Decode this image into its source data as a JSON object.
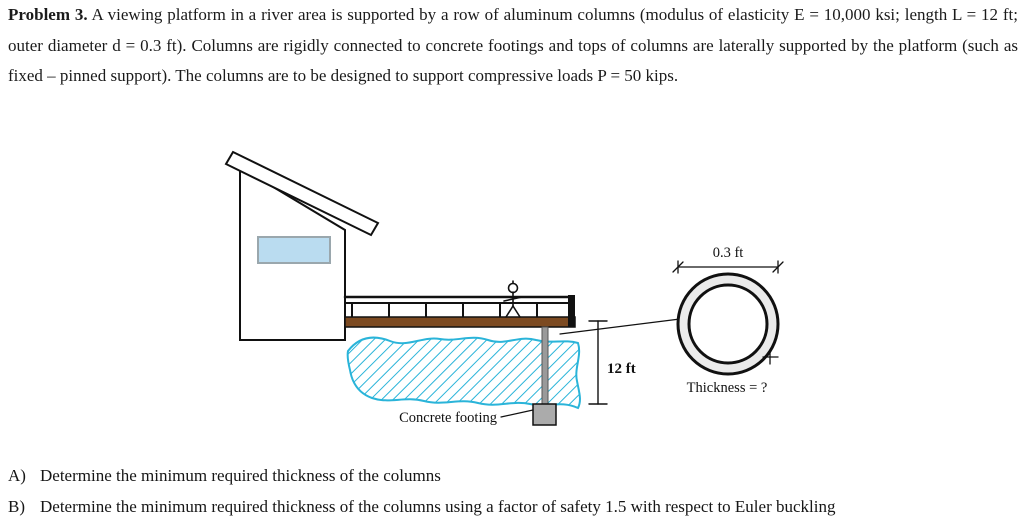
{
  "problem": {
    "label": "Problem 3.",
    "body": " A viewing platform in a river area is supported by a row of aluminum columns (modulus of elasticity E = 10,000 ksi; length L = 12 ft; outer diameter d = 0.3 ft). Columns are rigidly connected to concrete footings and tops of columns are laterally supported by the platform (such as fixed – pinned support). The columns are to be designed to support compressive loads P = 50 kips."
  },
  "figure": {
    "labels": {
      "height_dim": "12 ft",
      "diameter_dim": "0.3 ft",
      "thickness": "Thickness = ?",
      "footing": "Concrete footing"
    },
    "colors": {
      "water": "#2ab4d9",
      "window_fill": "#badcf0",
      "deck": "#7c4a21",
      "column": "#9a9a9a",
      "footing": "#ababab",
      "ring_fill": "#ebebeb"
    }
  },
  "questions": [
    {
      "label": "A)",
      "text": "Determine the minimum required thickness of the columns"
    },
    {
      "label": "B)",
      "text": "Determine the minimum required thickness of the columns using a factor of safety 1.5 with respect to Euler buckling"
    }
  ]
}
